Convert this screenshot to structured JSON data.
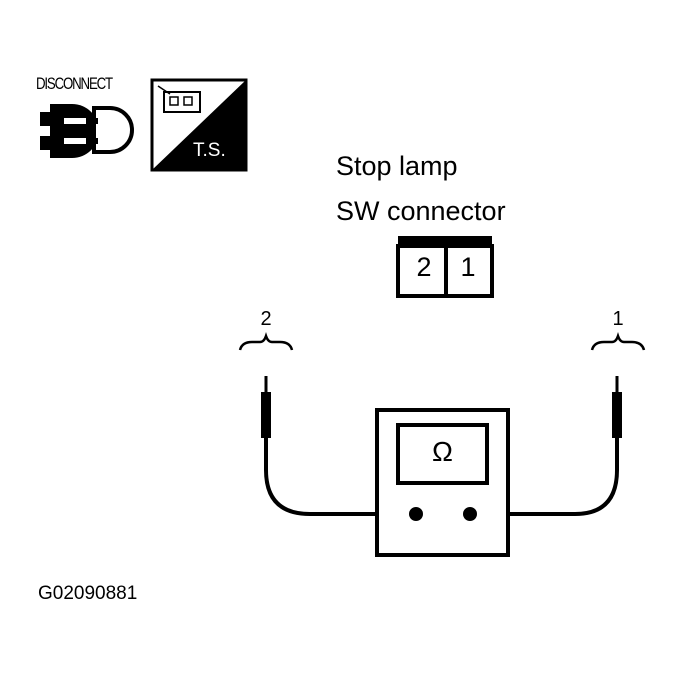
{
  "badges": {
    "disconnect_label": "DISCONNECT",
    "ts_label": "T.S."
  },
  "connector": {
    "title_line1": "Stop lamp",
    "title_line2": "SW connector",
    "pins": [
      "2",
      "1"
    ]
  },
  "probes": {
    "left_label": "2",
    "right_label": "1"
  },
  "meter": {
    "symbol": "Ω"
  },
  "figure_id": "G02090881"
}
